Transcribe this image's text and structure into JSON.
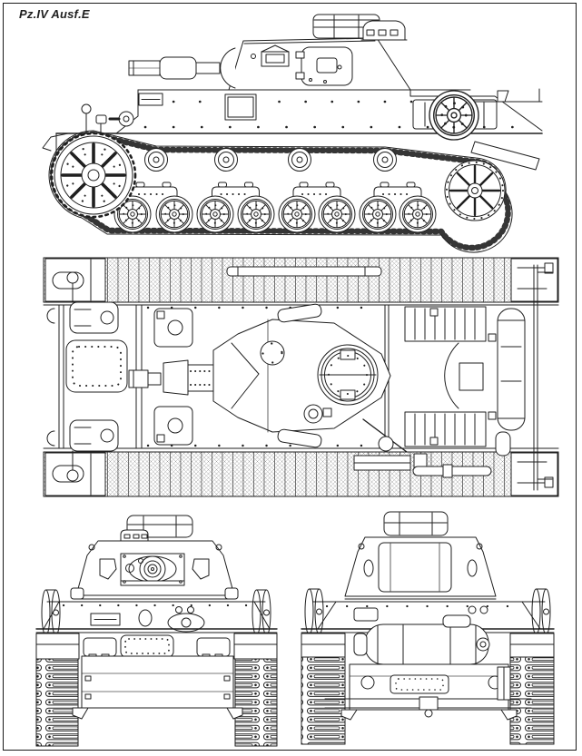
{
  "page": {
    "title": "Pz.IV Ausf.E",
    "colors": {
      "background": "#ffffff",
      "paper": "#ffffff",
      "line": "#1f1f1f",
      "frame": "#1a1a1a",
      "hatch": "#999999"
    }
  },
  "drawing": {
    "subject": "Panzer IV Ausf.E tank — four-view technical line drawing",
    "views": [
      {
        "id": "side-view",
        "position": "top"
      },
      {
        "id": "top-view",
        "position": "middle"
      },
      {
        "id": "front-view",
        "position": "bottom-left"
      },
      {
        "id": "rear-view",
        "position": "bottom-right"
      }
    ]
  }
}
